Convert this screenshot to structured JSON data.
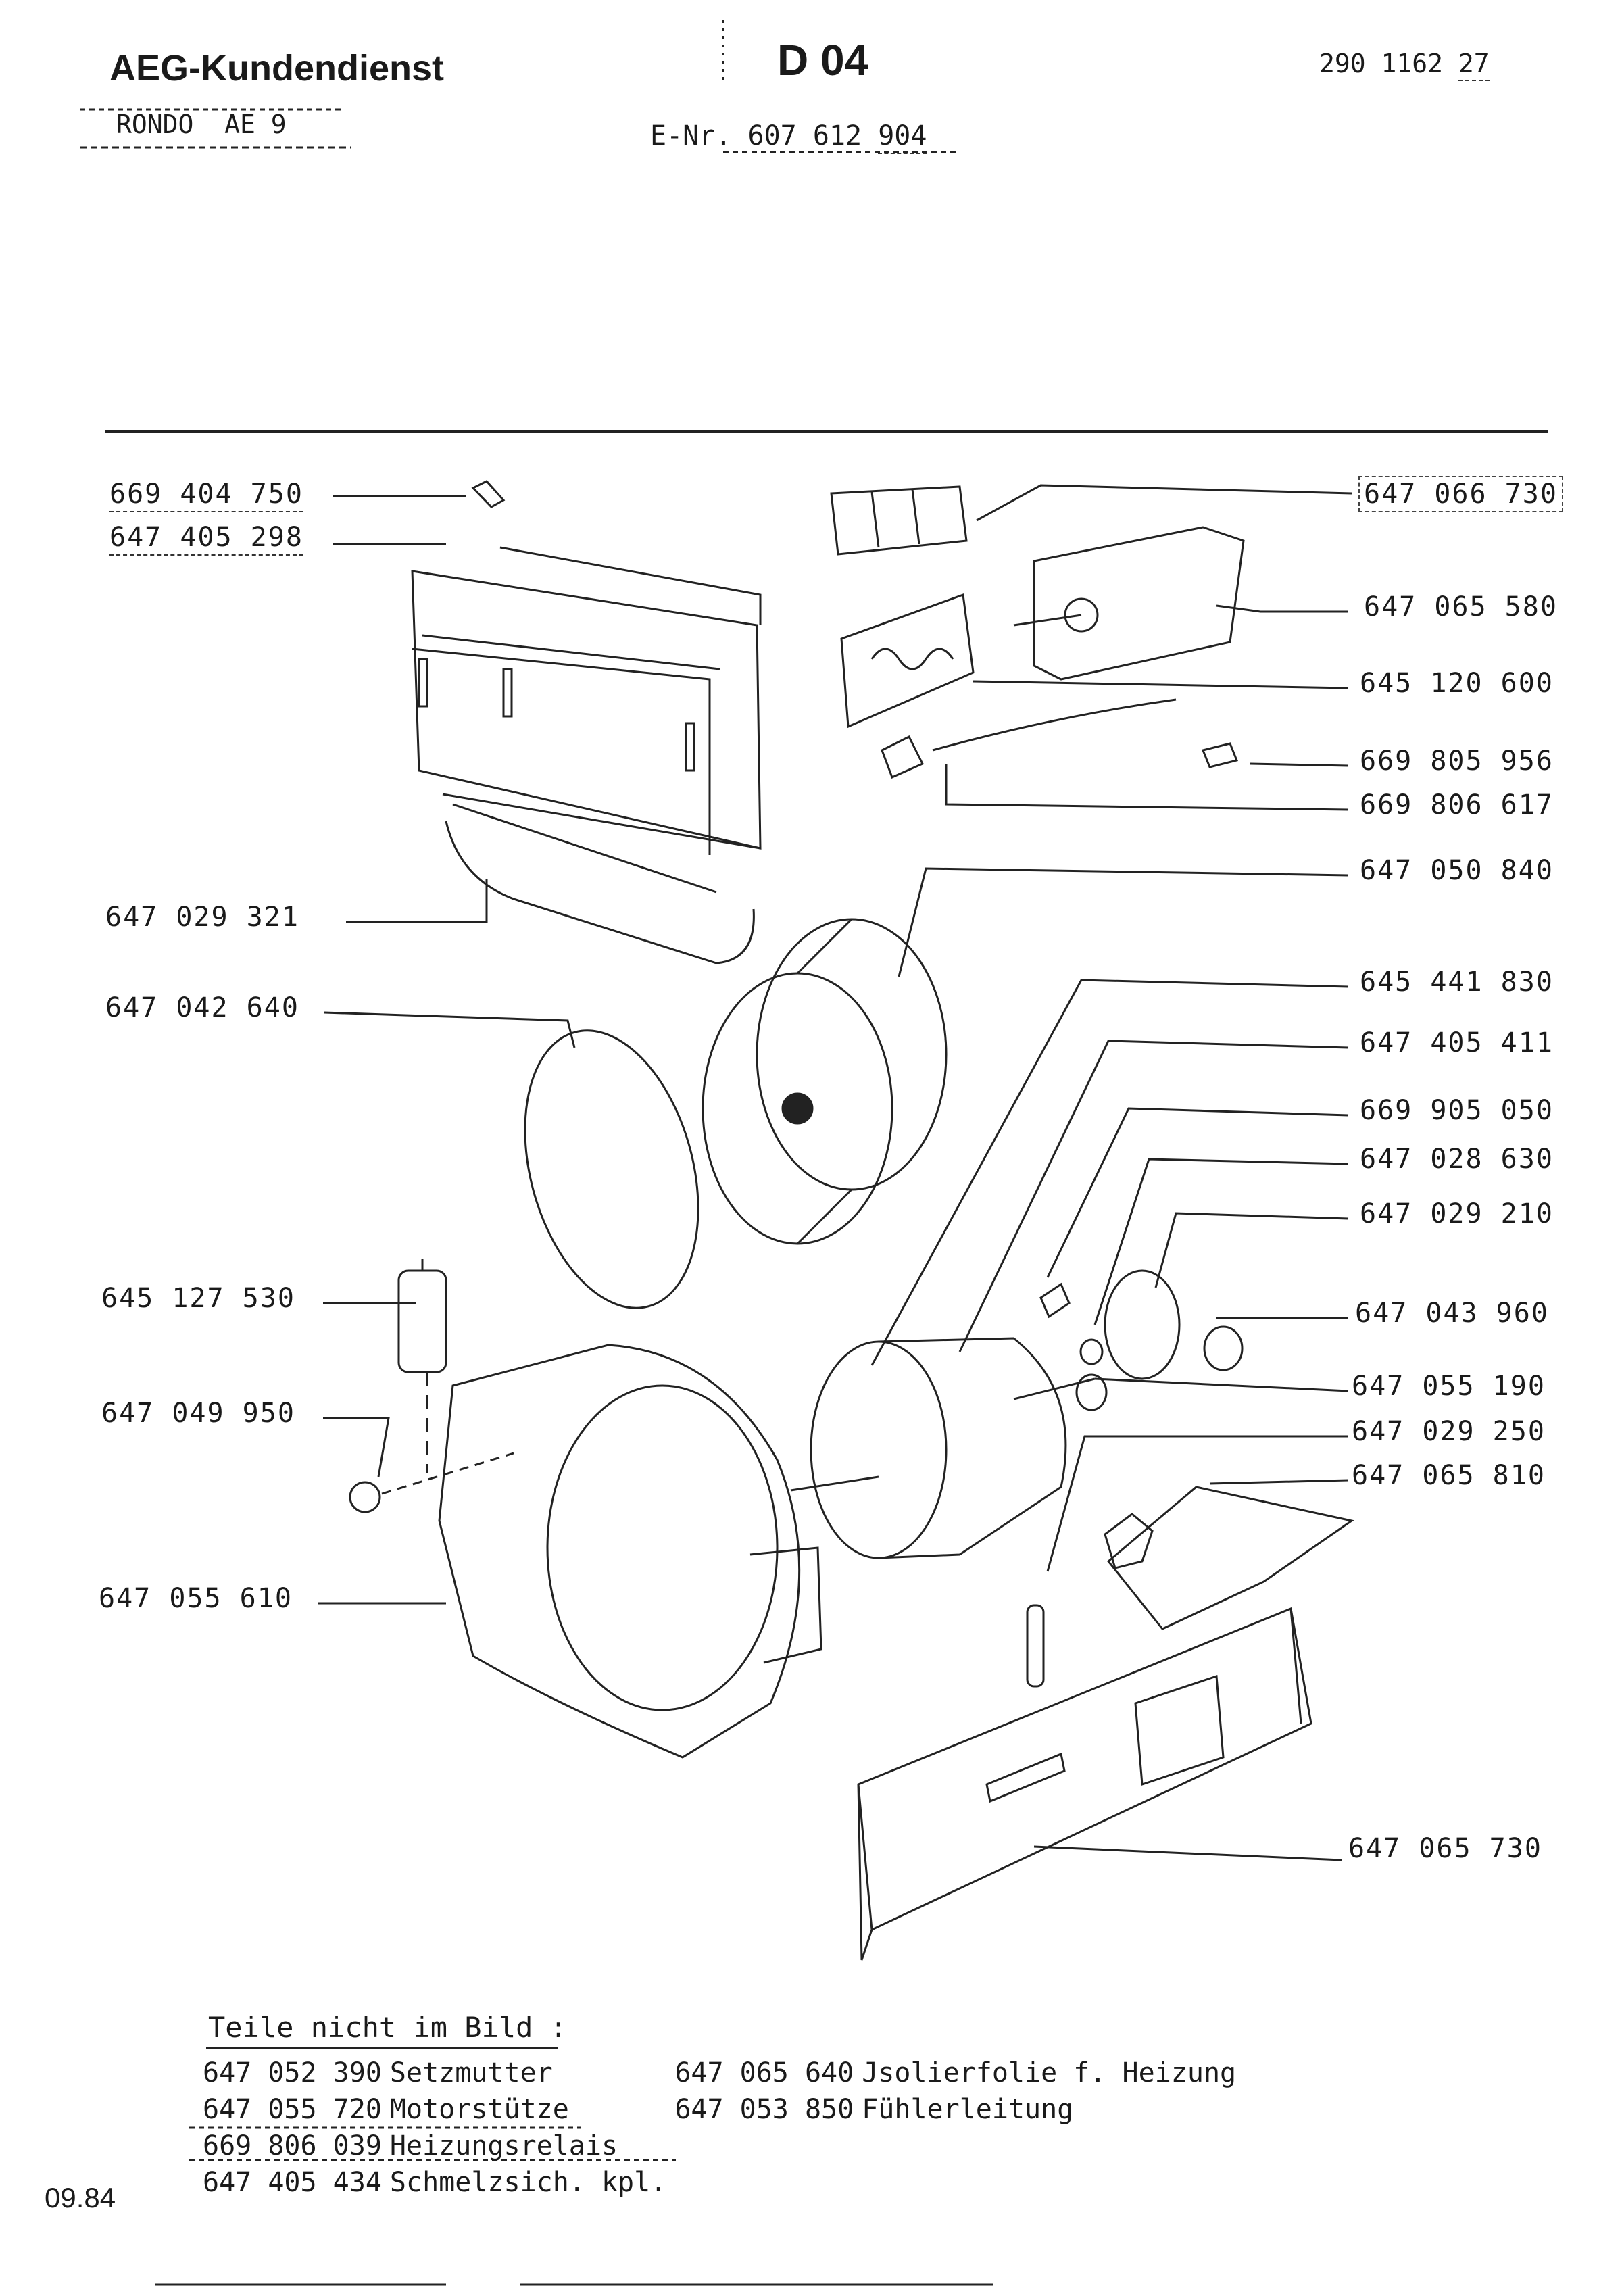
{
  "header": {
    "company": "AEG-Kundendienst",
    "page_code": "D 04",
    "doc_number": "290 1162",
    "doc_suffix": "27",
    "model": "RONDO",
    "model_variant": "AE 9",
    "enr_label": "E-Nr.",
    "enr_number": "607 612",
    "enr_suffix": "904"
  },
  "parts_left": [
    "669 404 750",
    "647 405 298",
    "647 029 321",
    "647 042 640",
    "645 127 530",
    "647 049 950",
    "647 055 610"
  ],
  "parts_right": [
    "647 066 730",
    "647 065 580",
    "645 120 600",
    "669 805 956",
    "669 806 617",
    "647 050 840",
    "645 441 830",
    "647 405 411",
    "669 905 050",
    "647 028 630",
    "647 029 210",
    "647 043 960",
    "647 055 190",
    "647 029 250",
    "647 065 810",
    "647 065 730"
  ],
  "not_shown": {
    "title": "Teile nicht im Bild :",
    "rows": [
      {
        "pn1": "647 052 390",
        "d1": "Setzmutter",
        "pn2": "647 065 640",
        "d2": "Jsolierfolie f. Heizung"
      },
      {
        "pn1": "647 055 720",
        "d1": "Motorstütze",
        "pn2": "647 053 850",
        "d2": "Fühlerleitung"
      },
      {
        "pn1": "669 806 039",
        "d1": "Heizungsrelais",
        "pn2": "",
        "d2": ""
      },
      {
        "pn1": "647 405 434",
        "d1": "Schmelzsich. kpl.",
        "pn2": "",
        "d2": ""
      }
    ]
  },
  "footer": {
    "date": "09.84"
  }
}
